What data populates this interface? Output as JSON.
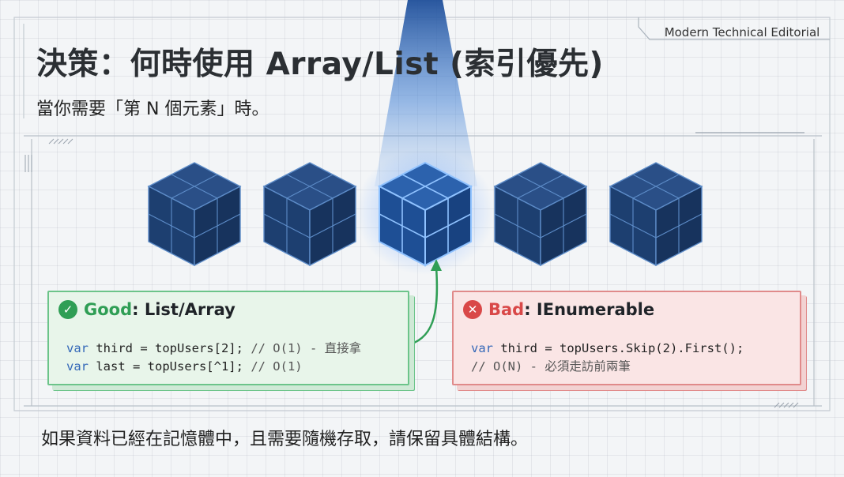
{
  "header": {
    "tag": "Modern Technical Editorial",
    "title": "決策：何時使用 Array/List (索引優先)",
    "subtitle": "當你需要「第 N 個元素」時。"
  },
  "diagram": {
    "cube_count": 5,
    "highlighted_index": 2,
    "colors": {
      "cube": "#1f4375",
      "cube_edge": "#5d8cc8",
      "highlight": "#3a7fd9",
      "good": "#2f9e55",
      "bad": "#d94848"
    }
  },
  "good": {
    "icon": "check-circle-icon",
    "lead": "Good",
    "rest": ": List/Array",
    "line1_kw": "var",
    "line1_code": " third = topUsers[2]; ",
    "line1_comment": "// O(1) - 直接拿",
    "line2_kw": "var",
    "line2_code": " last = topUsers[^1]; ",
    "line2_comment": "// O(1)"
  },
  "bad": {
    "icon": "x-circle-icon",
    "lead": "Bad",
    "rest": ": IEnumerable",
    "line1_kw": "var",
    "line1_code": " third = topUsers.Skip(2).First();",
    "line2_comment": "// O(N) - 必須走訪前兩筆"
  },
  "footer": {
    "text": "如果資料已經在記憶體中，且需要隨機存取，請保留具體結構。"
  }
}
